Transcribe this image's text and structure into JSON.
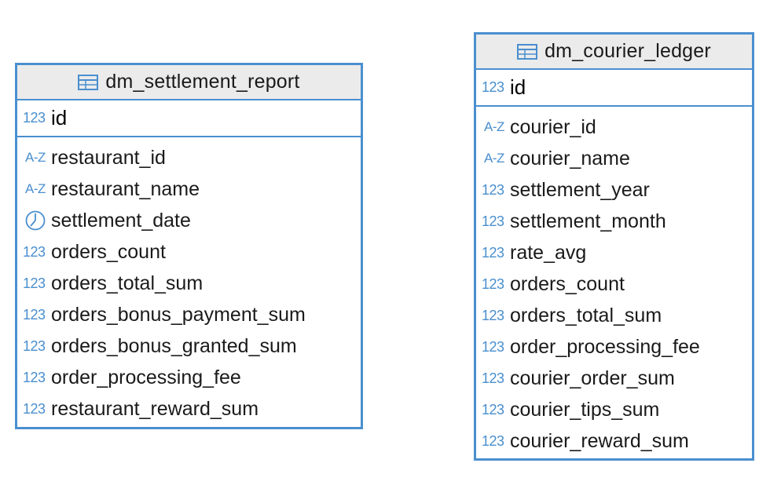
{
  "diagram": {
    "entities": [
      {
        "title": "dm_settlement_report",
        "primary_key": {
          "name": "id",
          "type_label": "123",
          "type": "numeric"
        },
        "columns": [
          {
            "name": "restaurant_id",
            "type_label": "A-Z",
            "type": "string"
          },
          {
            "name": "restaurant_name",
            "type_label": "A-Z",
            "type": "string"
          },
          {
            "name": "settlement_date",
            "type_label": "",
            "type": "date",
            "icon": "clock-icon"
          },
          {
            "name": "orders_count",
            "type_label": "123",
            "type": "numeric"
          },
          {
            "name": "orders_total_sum",
            "type_label": "123",
            "type": "numeric"
          },
          {
            "name": "orders_bonus_payment_sum",
            "type_label": "123",
            "type": "numeric"
          },
          {
            "name": "orders_bonus_granted_sum",
            "type_label": "123",
            "type": "numeric"
          },
          {
            "name": "order_processing_fee",
            "type_label": "123",
            "type": "numeric"
          },
          {
            "name": "restaurant_reward_sum",
            "type_label": "123",
            "type": "numeric"
          }
        ]
      },
      {
        "title": "dm_courier_ledger",
        "primary_key": {
          "name": "id",
          "type_label": "123",
          "type": "numeric"
        },
        "columns": [
          {
            "name": "courier_id",
            "type_label": "A-Z",
            "type": "string"
          },
          {
            "name": "courier_name",
            "type_label": "A-Z",
            "type": "string"
          },
          {
            "name": "settlement_year",
            "type_label": "123",
            "type": "numeric"
          },
          {
            "name": "settlement_month",
            "type_label": "123",
            "type": "numeric"
          },
          {
            "name": "rate_avg",
            "type_label": "123",
            "type": "numeric"
          },
          {
            "name": "orders_count",
            "type_label": "123",
            "type": "numeric"
          },
          {
            "name": "orders_total_sum",
            "type_label": "123",
            "type": "numeric"
          },
          {
            "name": "order_processing_fee",
            "type_label": "123",
            "type": "numeric"
          },
          {
            "name": "courier_order_sum",
            "type_label": "123",
            "type": "numeric"
          },
          {
            "name": "courier_tips_sum",
            "type_label": "123",
            "type": "numeric"
          },
          {
            "name": "courier_reward_sum",
            "type_label": "123",
            "type": "numeric"
          }
        ]
      }
    ],
    "colors": {
      "border": "#4a8fcf",
      "header_bg": "#ebebeb",
      "type_icon": "#4a8fcf",
      "text": "#1a1a1a"
    }
  }
}
